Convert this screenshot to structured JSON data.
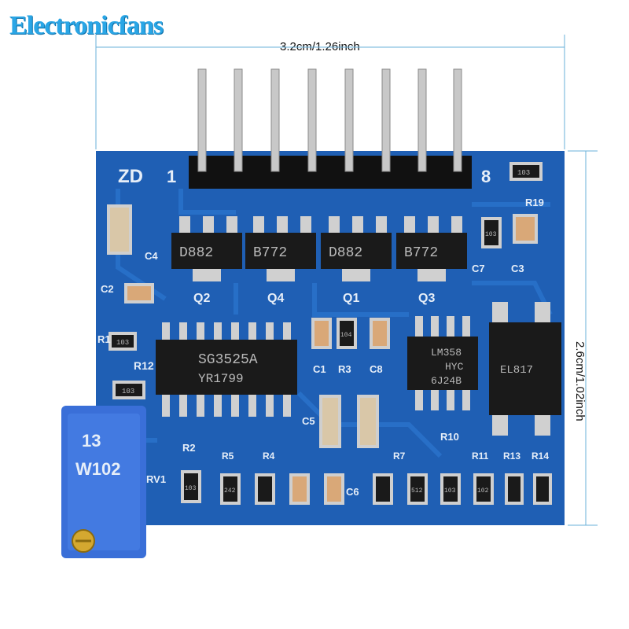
{
  "brand": {
    "name": "Electronicfans",
    "color": "#2aa6e6"
  },
  "dimensions": {
    "width_label": "3.2cm/1.26inch",
    "height_label": "2.6cm/1.02inch"
  },
  "board": {
    "color": "#1f5fb4",
    "header_label_left": "ZD",
    "header_pin1": "1",
    "header_pin8": "8",
    "transistors": [
      {
        "marking": "D882",
        "ref": "Q2"
      },
      {
        "marking": "B772",
        "ref": "Q4"
      },
      {
        "marking": "D882",
        "ref": "Q1"
      },
      {
        "marking": "B772",
        "ref": "Q3"
      }
    ],
    "pwm_chip": {
      "line1": "SG3525A",
      "line2": "YR1799",
      "ref": "R12"
    },
    "opamp": {
      "line1": "LM358",
      "line2": "HYC",
      "line3": "6J24B"
    },
    "optocoupler": {
      "marking": "EL817"
    },
    "resistor_codes": [
      "103",
      "103",
      "103",
      "103",
      "104",
      "103",
      "512",
      "103",
      "102",
      "242"
    ],
    "silk_refs": [
      "R1",
      "R2",
      "C1",
      "C3",
      "C4",
      "C5",
      "C8",
      "R3",
      "R4",
      "R5",
      "R7",
      "R10",
      "R11",
      "R13",
      "R14",
      "R19",
      "C6",
      "C7",
      "C2",
      "RV1"
    ],
    "potentiometer": {
      "line1": "13",
      "line2": "W102"
    }
  }
}
